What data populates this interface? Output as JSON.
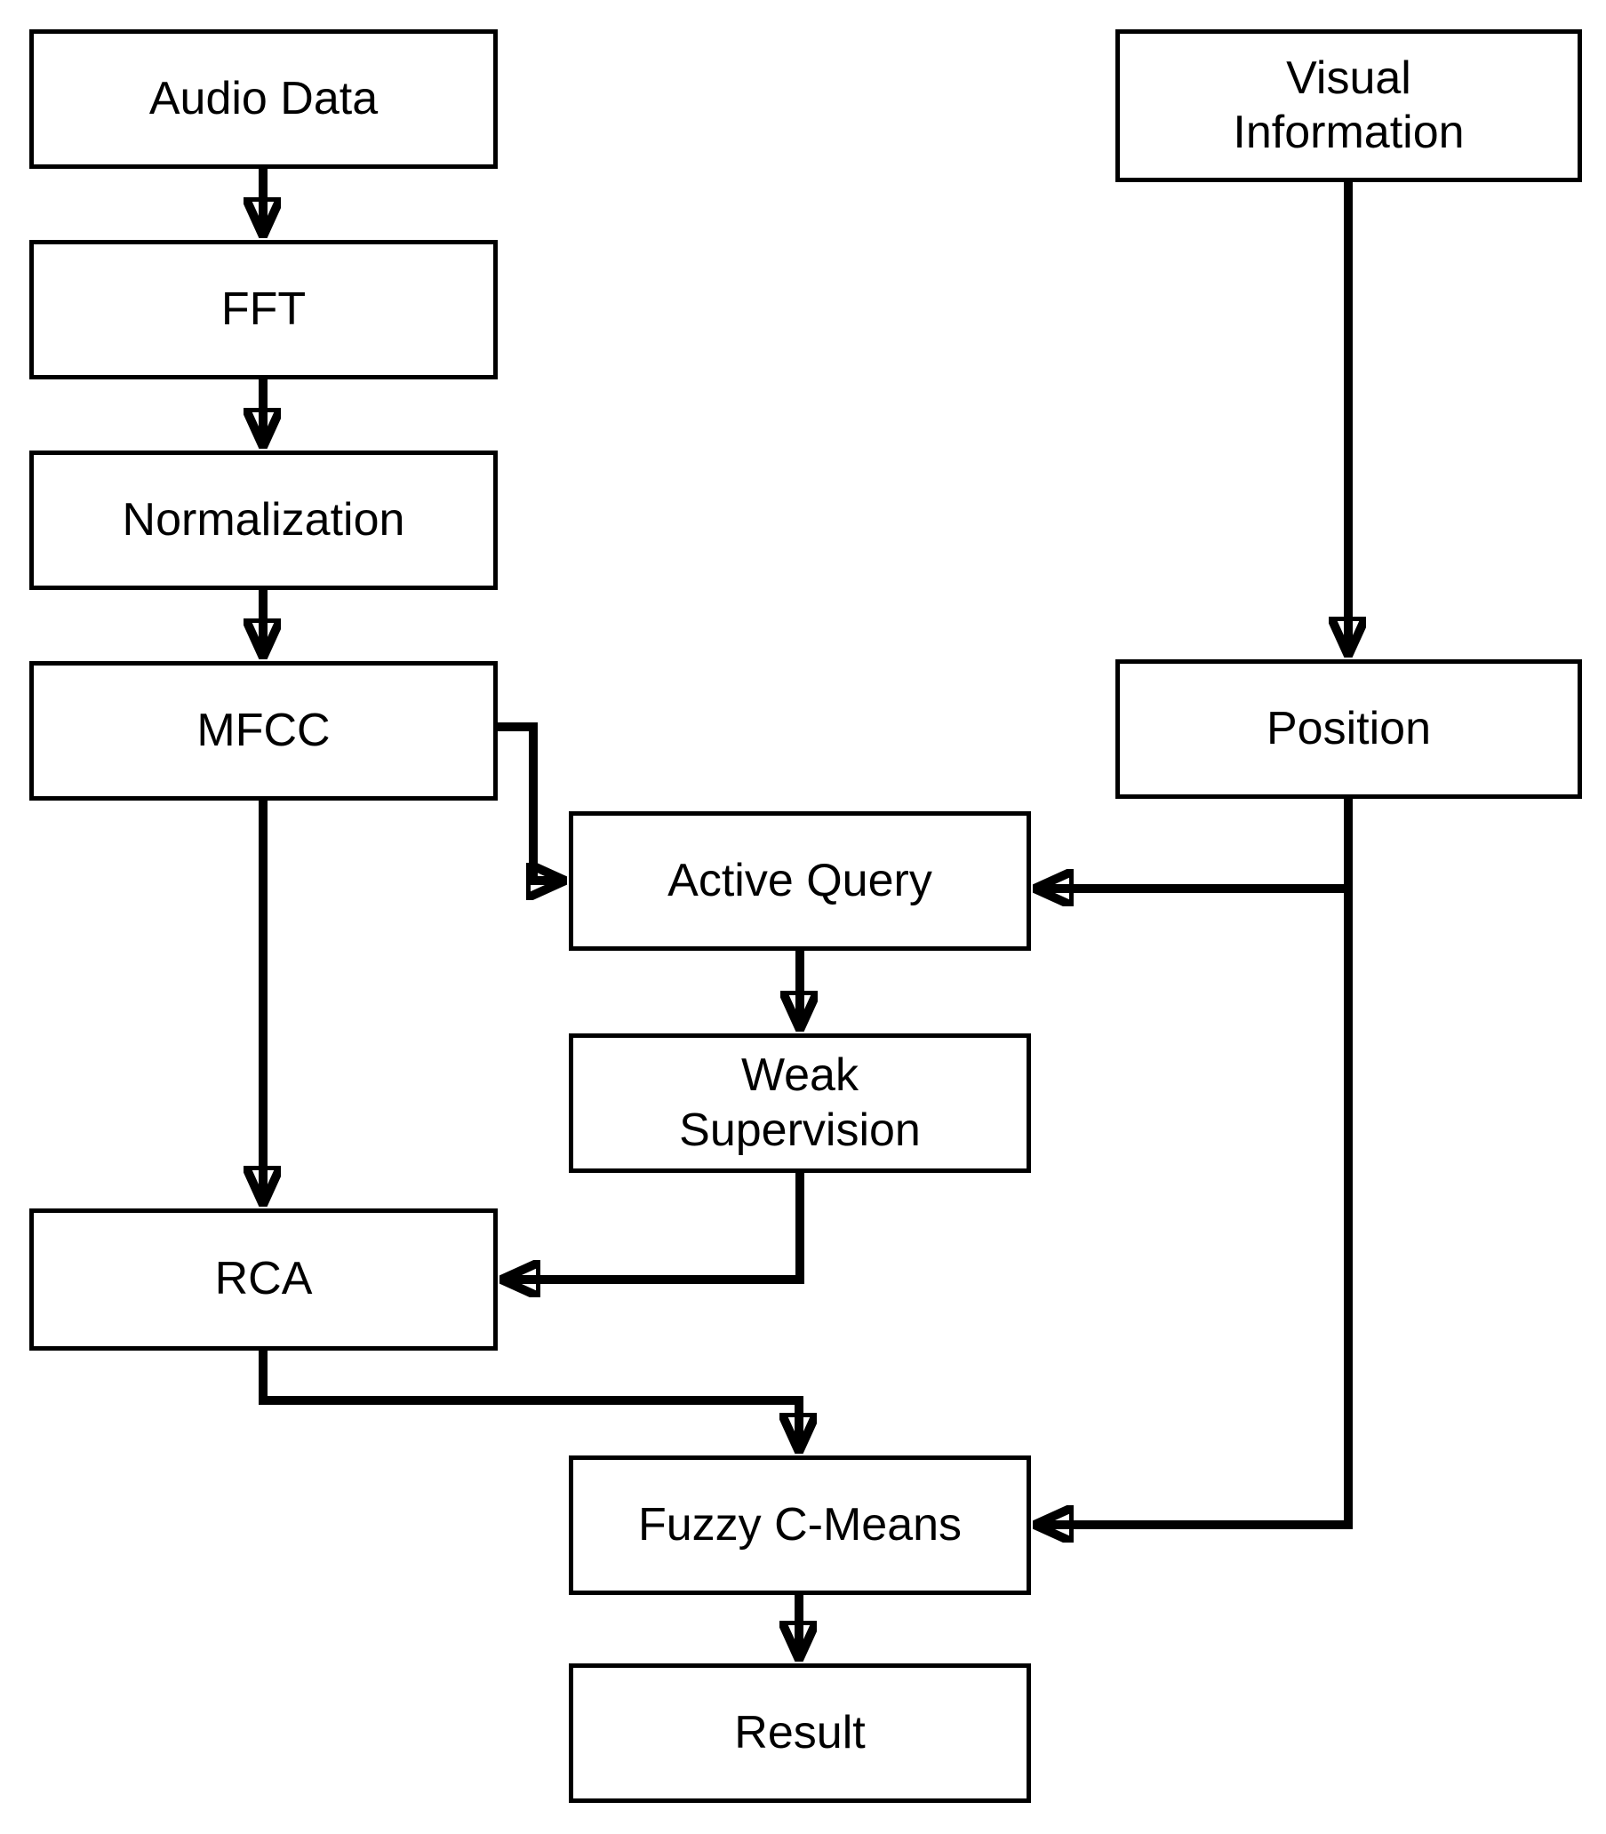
{
  "diagram": {
    "type": "flowchart",
    "colors": {
      "background": "#ffffff",
      "box_fill": "#ffffff",
      "stroke": "#000000",
      "text": "#000000"
    },
    "nodes": {
      "audio_data": {
        "label": "Audio Data"
      },
      "fft": {
        "label": "FFT"
      },
      "normalization": {
        "label": "Normalization"
      },
      "mfcc": {
        "label": "MFCC"
      },
      "rca": {
        "label": "RCA"
      },
      "active_query": {
        "label": "Active Query"
      },
      "weak_supervision": {
        "label": "Weak\nSupervision"
      },
      "fuzzy_c_means": {
        "label": "Fuzzy C-Means"
      },
      "result": {
        "label": "Result"
      },
      "visual_information": {
        "label": "Visual\nInformation"
      },
      "position": {
        "label": "Position"
      }
    },
    "edges": [
      {
        "from": "audio_data",
        "to": "fft"
      },
      {
        "from": "fft",
        "to": "normalization"
      },
      {
        "from": "normalization",
        "to": "mfcc"
      },
      {
        "from": "mfcc",
        "to": "rca"
      },
      {
        "from": "mfcc",
        "to": "active_query"
      },
      {
        "from": "visual_information",
        "to": "position"
      },
      {
        "from": "position",
        "to": "active_query"
      },
      {
        "from": "active_query",
        "to": "weak_supervision"
      },
      {
        "from": "weak_supervision",
        "to": "rca"
      },
      {
        "from": "rca",
        "to": "fuzzy_c_means"
      },
      {
        "from": "position",
        "to": "fuzzy_c_means"
      },
      {
        "from": "fuzzy_c_means",
        "to": "result"
      }
    ]
  }
}
